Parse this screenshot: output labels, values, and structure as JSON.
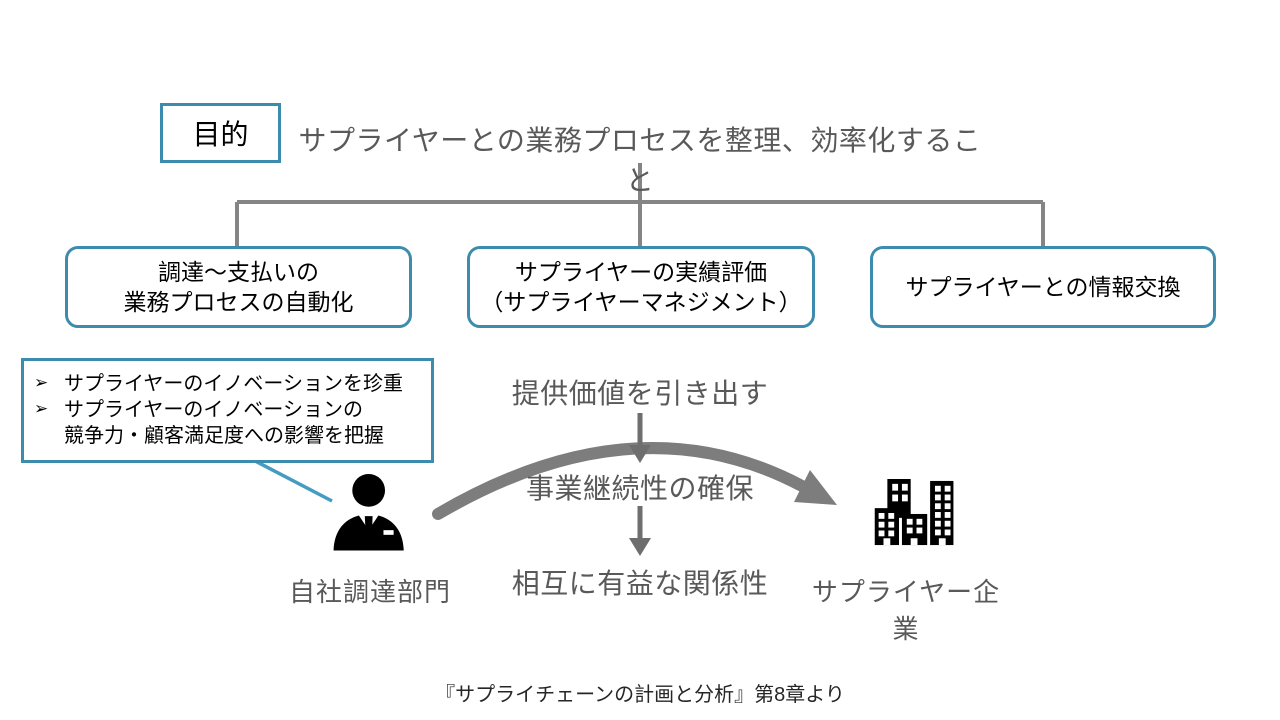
{
  "slide": {
    "purpose": {
      "label": "目的",
      "statement": "サプライヤーとの業務プロセスを整理、効率化すること"
    },
    "branches": [
      {
        "lines": [
          "調達～支払いの",
          "業務プロセスの自動化"
        ]
      },
      {
        "lines": [
          "サプライヤーの実績評価",
          "（サプライヤーマネジメント）"
        ]
      },
      {
        "lines": [
          "サプライヤーとの情報交換"
        ]
      }
    ],
    "notes": {
      "bullet_char": "➢",
      "items": [
        {
          "line1": "サプライヤーのイノベーションを珍重",
          "line2": ""
        },
        {
          "line1": "サプライヤーのイノベーションの",
          "line2": "競争力・顧客満足度への影響を把握"
        }
      ]
    },
    "value_flow": [
      "提供価値を引き出す",
      "事業継続性の確保",
      "相互に有益な関係性"
    ],
    "actors": {
      "procurement": {
        "label": "自社調達部門",
        "icon": "businessman-icon"
      },
      "supplier": {
        "label": "サプライヤー企業",
        "icon": "buildings-icon"
      }
    },
    "caption": "『サプライチェーンの計画と分析』第8章より",
    "colors": {
      "accent_teal": "#3E8CAD",
      "callout_teal": "#459CC0",
      "connector_gray": "#858585",
      "arrow_gray": "#6E6E6E",
      "curved_arrow_gray": "#7D7D7D",
      "text_dark_gray": "#595959",
      "text_black": "#000000"
    }
  }
}
